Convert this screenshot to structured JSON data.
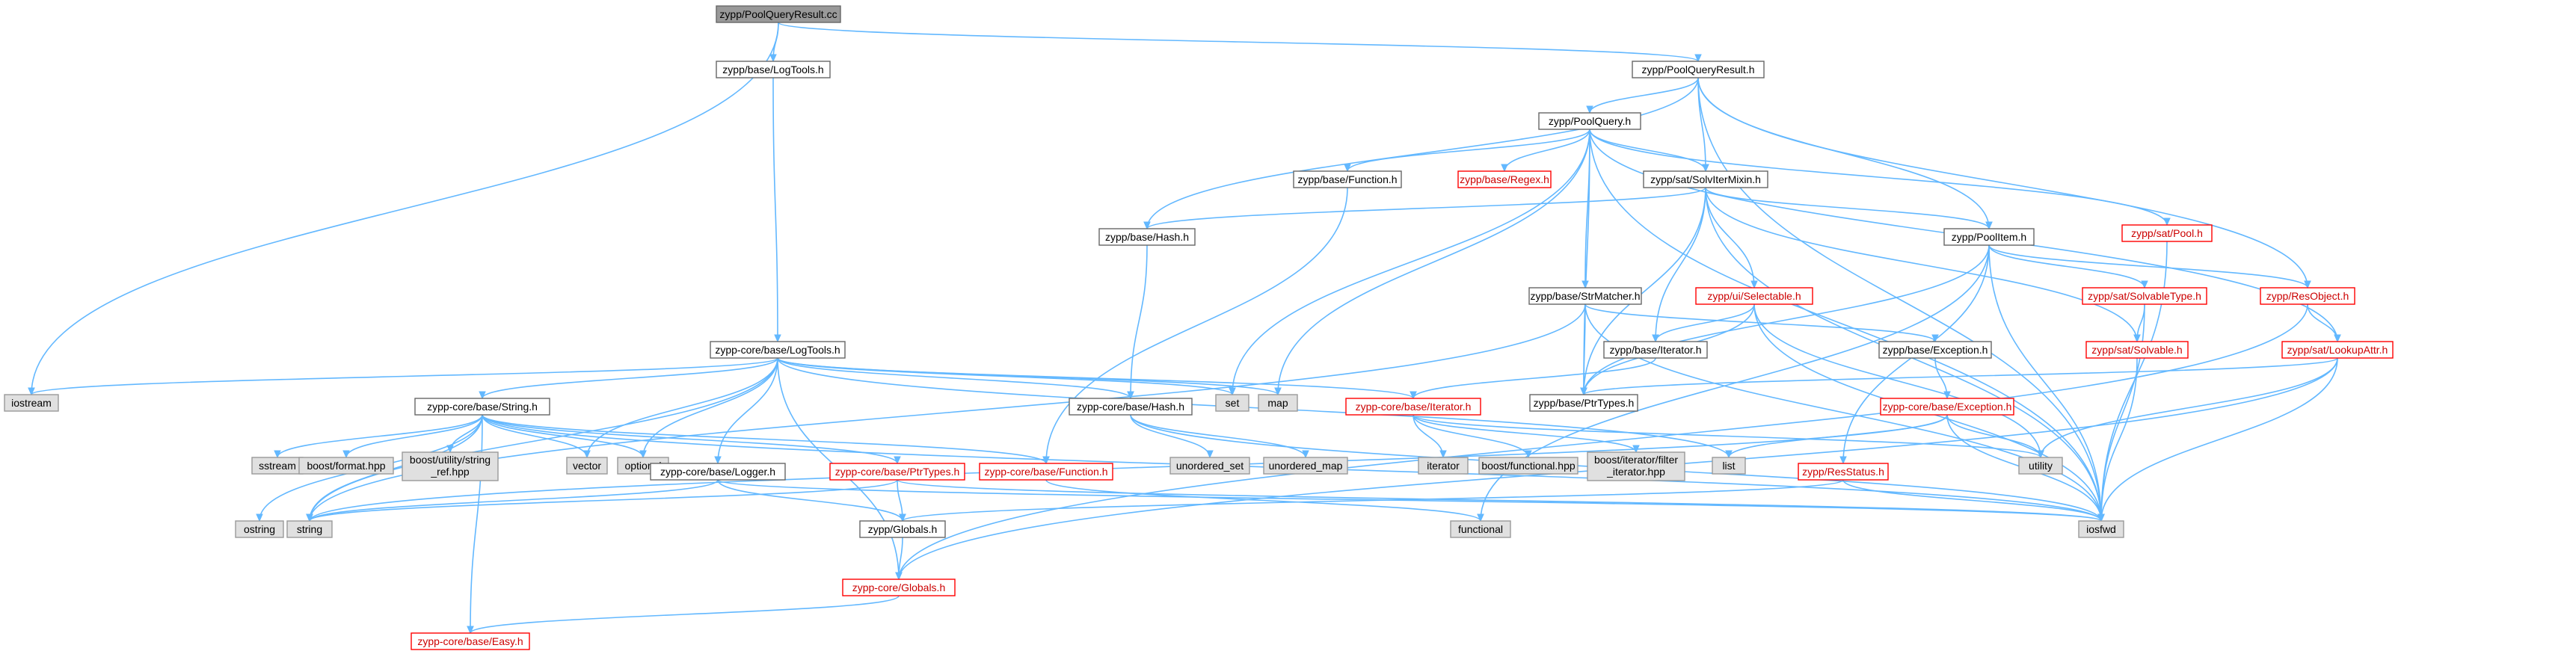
{
  "colors": {
    "edge": "#63b8ff",
    "node_border": "#666666",
    "node_border_missing": "#ff0000",
    "system_header_fill": "#e0e0e0",
    "root_fill": "#999999"
  },
  "nodes": {
    "root": "zypp/PoolQueryResult.cc",
    "base_logtools": "zypp/base/LogTools.h",
    "poolqueryresult_h": "zypp/PoolQueryResult.h",
    "poolquery_h": "zypp/PoolQuery.h",
    "base_function": "zypp/base/Function.h",
    "base_regex": "zypp/base/Regex.h",
    "sat_solvitermixin": "zypp/sat/SolvIterMixin.h",
    "sat_pool": "zypp/sat/Pool.h",
    "base_hash": "zypp/base/Hash.h",
    "poolitem": "zypp/PoolItem.h",
    "base_strmatcher": "zypp/base/StrMatcher.h",
    "ui_selectable": "zypp/ui/Selectable.h",
    "sat_solvabletype": "zypp/sat/SolvableType.h",
    "resobject": "zypp/ResObject.h",
    "core_logtools": "zypp-core/base/LogTools.h",
    "base_iterator": "zypp/base/Iterator.h",
    "base_exception": "zypp/base/Exception.h",
    "sat_solvable": "zypp/sat/Solvable.h",
    "sat_lookupattr": "zypp/sat/LookupAttr.h",
    "iostream": "iostream",
    "set": "set",
    "map": "map",
    "base_ptrtypes": "zypp/base/PtrTypes.h",
    "core_string": "zypp-core/base/String.h",
    "core_hash": "zypp-core/base/Hash.h",
    "core_iterator": "zypp-core/base/Iterator.h",
    "core_exception": "zypp-core/base/Exception.h",
    "sstream": "sstream",
    "boost_format": "boost/format.hpp",
    "boost_string_ref": "boost/utility/string\n_ref.hpp",
    "vector": "vector",
    "optional": "optional",
    "unordered_set": "unordered_set",
    "unordered_map": "unordered_map",
    "iterator": "iterator",
    "boost_functional": "boost/functional.hpp",
    "boost_filter_iterator": "boost/iterator/filter\n_iterator.hpp",
    "list": "list",
    "utility": "utility",
    "core_logger": "zypp-core/base/Logger.h",
    "core_ptrtypes": "zypp-core/base/PtrTypes.h",
    "core_function": "zypp-core/base/Function.h",
    "resstatus": "zypp/ResStatus.h",
    "ostring": "ostring",
    "string": "string",
    "zypp_globals": "zypp/Globals.h",
    "functional": "functional",
    "iosfwd": "iosfwd",
    "core_globals": "zypp-core/Globals.h",
    "core_easy": "zypp-core/base/Easy.h"
  }
}
